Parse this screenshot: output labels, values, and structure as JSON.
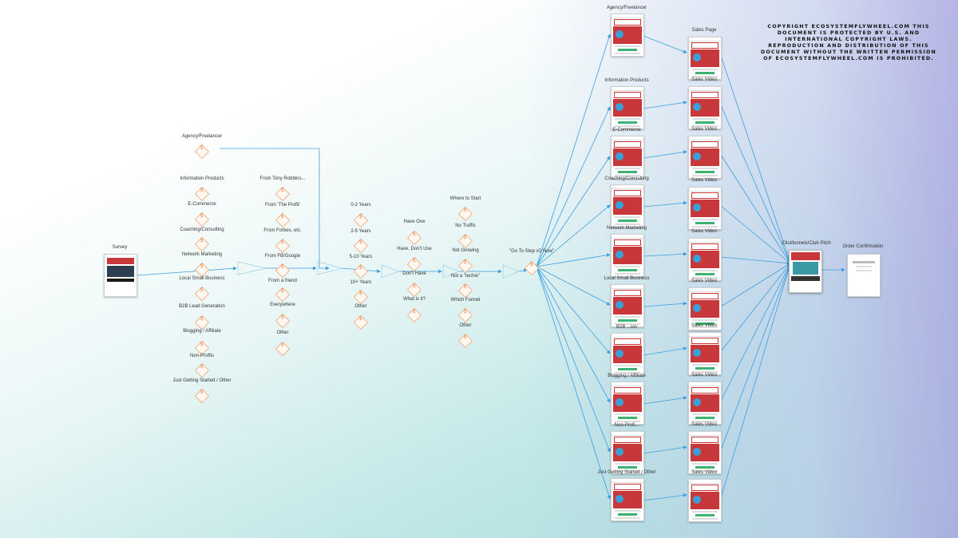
{
  "survey": {
    "label": "Survey"
  },
  "col1": {
    "items": [
      "Agency/Freelancer",
      "Information Products",
      "E-Commerce",
      "Coaching/Consulting",
      "Network Marketing",
      "Local Small Business",
      "B2B Lead Generation",
      "Blogging / Affiliate",
      "Non-Profits",
      "Just Getting Started / Other"
    ]
  },
  "col2": {
    "items": [
      "From Tony Robbins...",
      "From 'The Profit'",
      "From Forbes, etc.",
      "From FB/Google",
      "From a friend",
      "Everywhere",
      "Other"
    ]
  },
  "col3": {
    "items": [
      "0-2 Years",
      "2-5 Years",
      "5-10 Years",
      "10+ Years",
      "Other"
    ]
  },
  "col4": {
    "items": [
      "Have One",
      "Have, Don't Use",
      "Don't Have",
      "What is it?"
    ]
  },
  "col5": {
    "items": [
      "Where to Start",
      "No Traffic",
      "Not Growing",
      "Not a \"techie\"",
      "Which Funnel",
      "Other"
    ]
  },
  "go_to_step": {
    "label": "\"Go To Step #2 Now\""
  },
  "pages": {
    "items": [
      "Agency/Freelancer",
      "Information Products",
      "E-Commerce",
      "Coaching/Consulting",
      "Network Marketing",
      "Local Small Business",
      "B2B ...ion",
      "Blogging / Affiliate",
      "Non-Profi...",
      "Just Getting Started / Other"
    ]
  },
  "sales": {
    "items": [
      "Sales Page",
      "Sales Video",
      "Sales Video",
      "Sales Video",
      "Sales Video",
      "Sales Video",
      "Sales Video",
      "Sales Video",
      "Sales Video",
      "Sales Video"
    ]
  },
  "pitch": {
    "label": "Clickfunnels/Club Pitch"
  },
  "confirm": {
    "label": "Order Confirmation"
  },
  "copyright": {
    "text": "COPYRIGHT ECOSYSTEMFLYWHEEL.COM THIS DOCUMENT IS PROTECTED BY U.S. AND INTERNATIONAL COPYRIGHT LAWS. REPRODUCTION AND DISTRIBUTION OF THIS DOCUMENT WITHOUT THE WRITTEN PERMISSION OF ECOSYSTEMFLYWHEEL.COM IS PROHIBITED."
  },
  "colors": {
    "connector": "#3a9ee0",
    "diamond_border": "#f0b48c",
    "page_red": "#c8383b"
  }
}
